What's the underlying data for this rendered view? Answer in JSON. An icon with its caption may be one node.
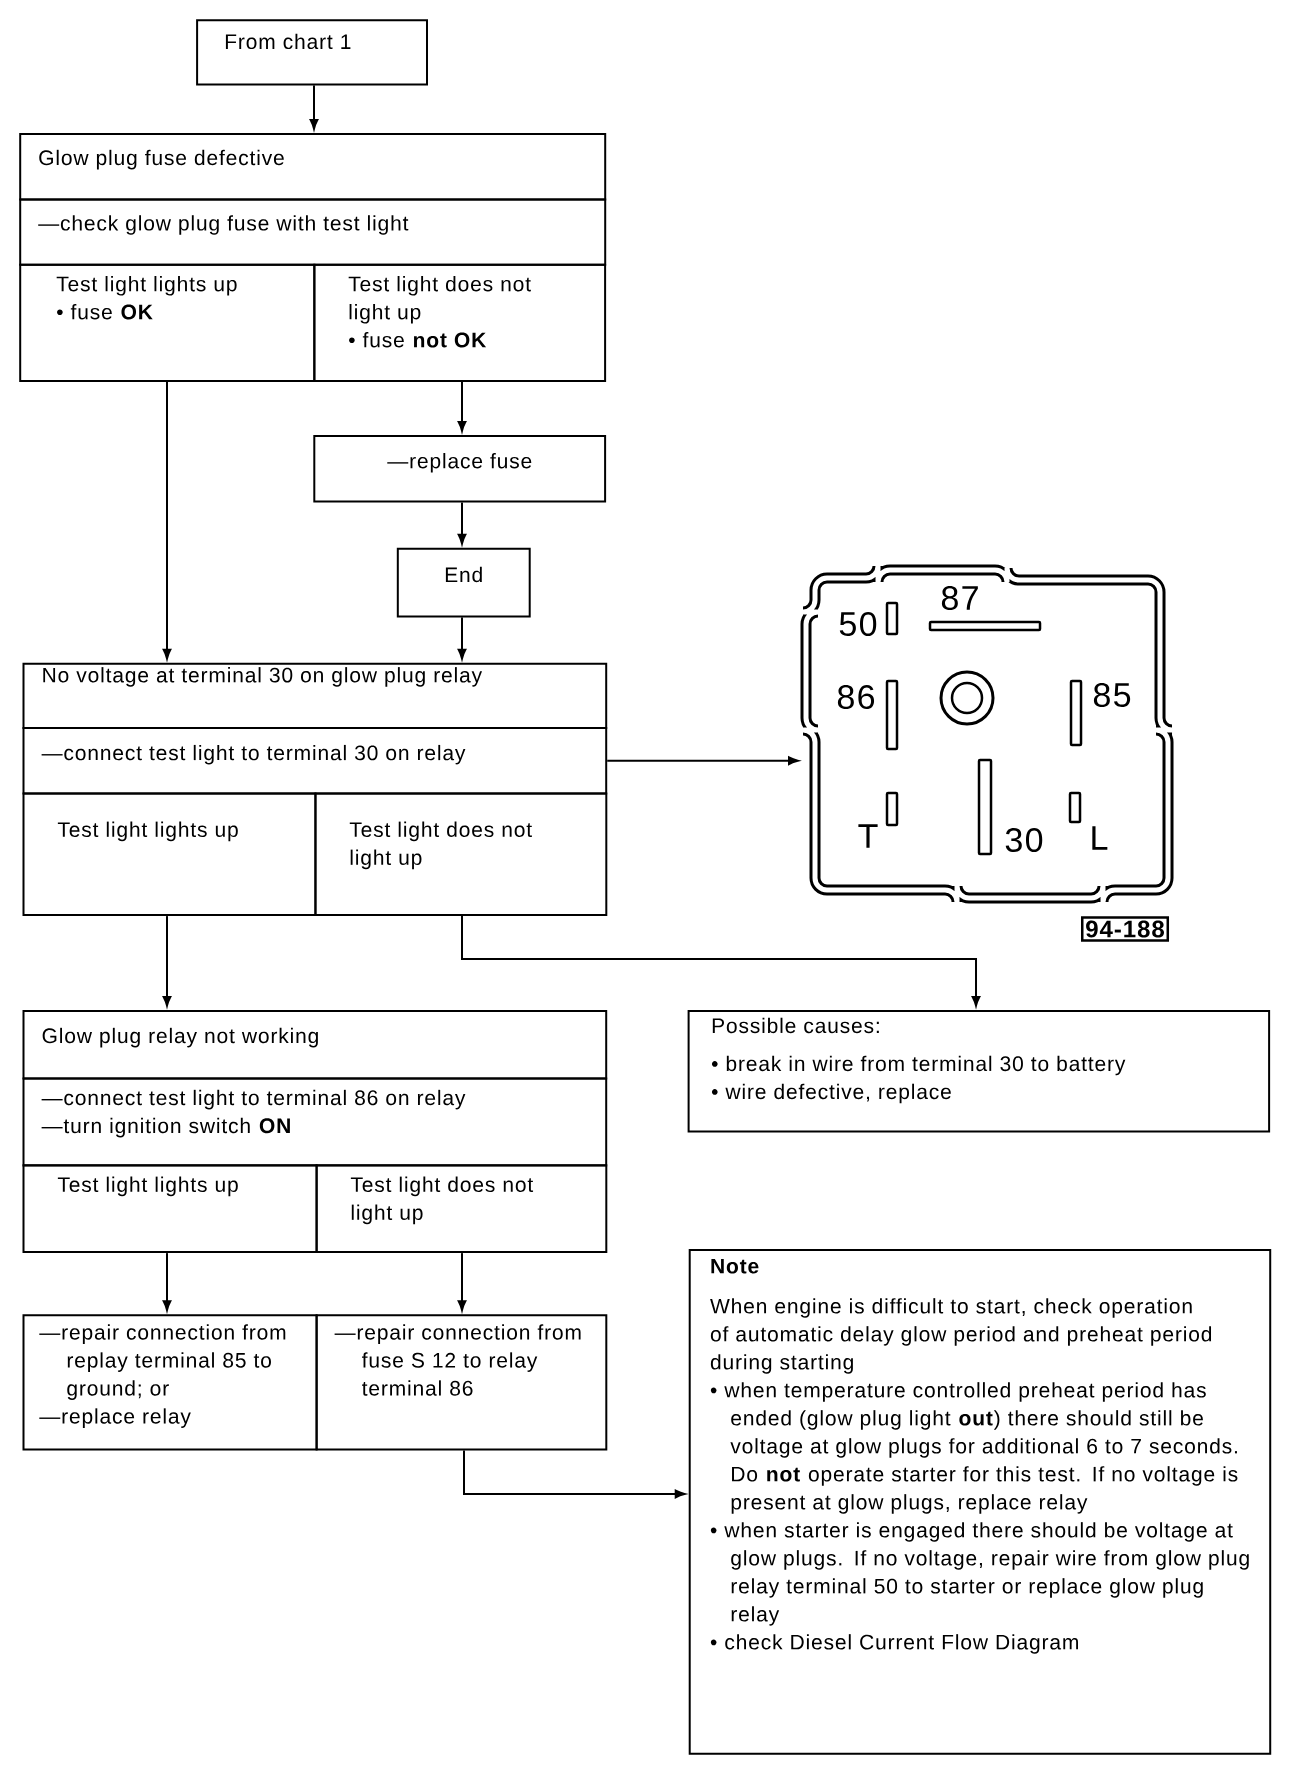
{
  "diagram": {
    "nodes": [
      {
        "text": [
          "From chart 1"
        ]
      },
      {
        "text": [
          "Glow plug fuse defective"
        ]
      },
      {
        "text": [
          "—check glow plug fuse with test light"
        ]
      },
      {
        "text": [
          "Test light lights up",
          "• fuse **OK**"
        ]
      },
      {
        "text": [
          "Test light does not light up",
          "• fuse **not OK**"
        ]
      },
      {
        "text": [
          "—replace fuse"
        ]
      },
      {
        "text": [
          "End"
        ]
      },
      {
        "text": [
          "No voltage at terminal 30 on glow plug relay"
        ]
      },
      {
        "text": [
          "—connect test light to terminal 30 on relay"
        ]
      },
      {
        "text": [
          "Test light lights up"
        ]
      },
      {
        "text": [
          "Test light does not light up"
        ]
      },
      {
        "text": [
          "50",
          "87",
          "86",
          "85",
          "T",
          "30",
          "L"
        ],
        "beside": [
          "94-188"
        ]
      },
      {
        "text": [
          "Possible causes:",
          "• break in wire from terminal 30 to battery",
          "• wire defective, replace"
        ]
      },
      {
        "text": [
          "Glow plug relay not working"
        ]
      },
      {
        "text": [
          "—connect test light to terminal 86 on relay",
          "—turn ignition switch **ON**"
        ]
      },
      {
        "text": [
          "Test light lights up"
        ]
      },
      {
        "text": [
          "Test light does not light up"
        ]
      },
      {
        "text": [
          "—repair connection from replay terminal 85 to ground; or",
          "—replace relay"
        ]
      },
      {
        "text": [
          "—repair connection from fuse S 12 to relay terminal 86"
        ]
      },
      {
        "text": [
          "Note",
          "When engine is difficult to start, check operation of automatic delay glow period and preheat period during starting",
          "• when temperature controlled preheat period has ended (glow plug light **out**) there should still be voltage at glow plugs for additional 6 to 7 seconds. Do **not** operate starter for this test. If no voltage is present at glow plugs, replace relay",
          "• when starter is engaged there should be voltage at glow plugs. If no voltage, repair wire from glow plug relay terminal 50 to starter or replace glow plug relay",
          "• check Diesel Current Flow Diagram"
        ]
      }
    ],
    "edges": [
      {
        "from": 0,
        "to": 1,
        "arrow": "to"
      },
      {
        "from": 3,
        "to": 7,
        "arrow": "to"
      },
      {
        "from": 4,
        "to": 5,
        "arrow": "to"
      },
      {
        "from": 5,
        "to": 6,
        "arrow": "to"
      },
      {
        "from": 6,
        "to": 7,
        "arrow": "to"
      },
      {
        "from": 8,
        "to": 11,
        "arrow": "to"
      },
      {
        "from": 9,
        "to": 13,
        "arrow": "to"
      },
      {
        "from": 10,
        "to": 12,
        "arrow": "to"
      },
      {
        "from": 15,
        "to": 17,
        "arrow": "to"
      },
      {
        "from": 16,
        "to": 18,
        "arrow": "to"
      },
      {
        "from": 18,
        "to": 19,
        "arrow": "to"
      }
    ]
  }
}
